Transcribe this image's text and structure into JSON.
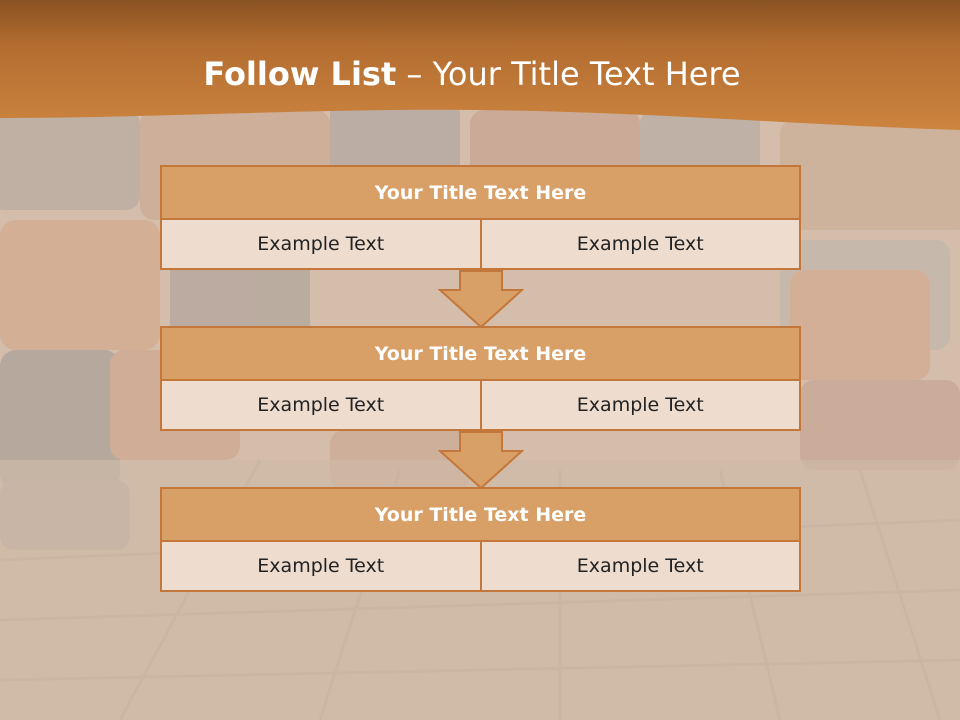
{
  "slide": {
    "title_bold": "Follow List",
    "title_rest": "– Your Title Text Here"
  },
  "blocks": [
    {
      "title": "Your Title Text Here",
      "cells": [
        "Example Text",
        "Example Text"
      ]
    },
    {
      "title": "Your Title Text Here",
      "cells": [
        "Example Text",
        "Example Text"
      ]
    },
    {
      "title": "Your Title Text Here",
      "cells": [
        "Example Text",
        "Example Text"
      ]
    }
  ],
  "icons": {
    "connector": "arrow-down-icon"
  },
  "colors": {
    "header_band": "#c57a36",
    "block_header": "#d89f66",
    "block_border": "#c4773a",
    "cell_fill": "#eedccf",
    "background_wash": "#e6d8ca"
  }
}
